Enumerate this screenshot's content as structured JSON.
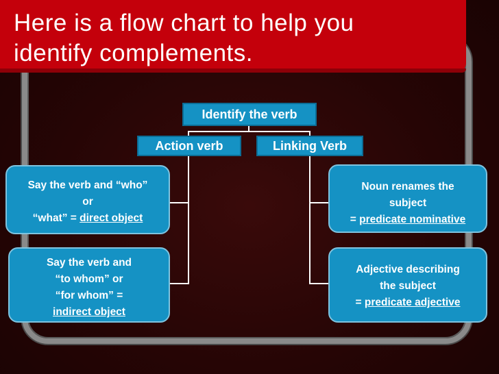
{
  "slide": {
    "title_line1": "Here is a flow chart to help you",
    "title_line2": "identify complements."
  },
  "flowchart": {
    "root": "Identify the verb",
    "action_verb": "Action verb",
    "linking_verb": "Linking Verb",
    "direct_object": {
      "line1": "Say the verb and “who”",
      "line2": "or",
      "line3_prefix": "“what” = ",
      "term": "direct object"
    },
    "indirect_object": {
      "line1": "Say the verb and",
      "line2": "“to whom” or",
      "line3": "“for whom” =",
      "term": "indirect object"
    },
    "predicate_nominative": {
      "line1": "Noun renames the",
      "line2": "subject",
      "line3_prefix": "= ",
      "term": "predicate nominative"
    },
    "predicate_adjective": {
      "line1": "Adjective describing",
      "line2": "the subject",
      "line3_prefix": "= ",
      "term": "predicate adjective"
    }
  },
  "colors": {
    "title_bar": "#c4000b",
    "node_fill": "#1592c4",
    "connector": "#ffffff"
  }
}
